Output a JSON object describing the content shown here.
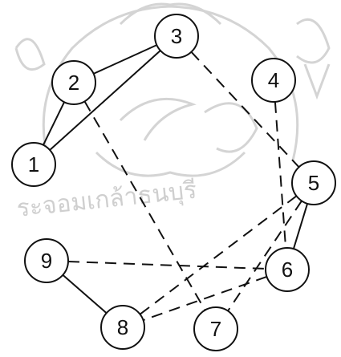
{
  "watermark": {
    "kind": "institutional seal",
    "arc_text": "ระจอมเกล้าธนบุรี",
    "color": "#d4d4d4"
  },
  "graph": {
    "nodes": [
      {
        "id": "1",
        "label": "1"
      },
      {
        "id": "2",
        "label": "2"
      },
      {
        "id": "3",
        "label": "3"
      },
      {
        "id": "4",
        "label": "4"
      },
      {
        "id": "5",
        "label": "5"
      },
      {
        "id": "6",
        "label": "6"
      },
      {
        "id": "7",
        "label": "7"
      },
      {
        "id": "8",
        "label": "8"
      },
      {
        "id": "9",
        "label": "9"
      }
    ],
    "edges": [
      {
        "from": "1",
        "to": "2",
        "style": "solid"
      },
      {
        "from": "2",
        "to": "3",
        "style": "solid"
      },
      {
        "from": "1",
        "to": "3",
        "style": "solid"
      },
      {
        "from": "5",
        "to": "6",
        "style": "solid"
      },
      {
        "from": "8",
        "to": "9",
        "style": "solid"
      },
      {
        "from": "3",
        "to": "5",
        "style": "dashed"
      },
      {
        "from": "2",
        "to": "7",
        "style": "dashed"
      },
      {
        "from": "4",
        "to": "6",
        "style": "dashed"
      },
      {
        "from": "9",
        "to": "6",
        "style": "dashed"
      },
      {
        "from": "5",
        "to": "8",
        "style": "dashed"
      },
      {
        "from": "6",
        "to": "8",
        "style": "dashed"
      },
      {
        "from": "5",
        "to": "7",
        "style": "dashed"
      }
    ],
    "colors": {
      "line": "#111111",
      "node_fill": "#ffffff"
    }
  }
}
